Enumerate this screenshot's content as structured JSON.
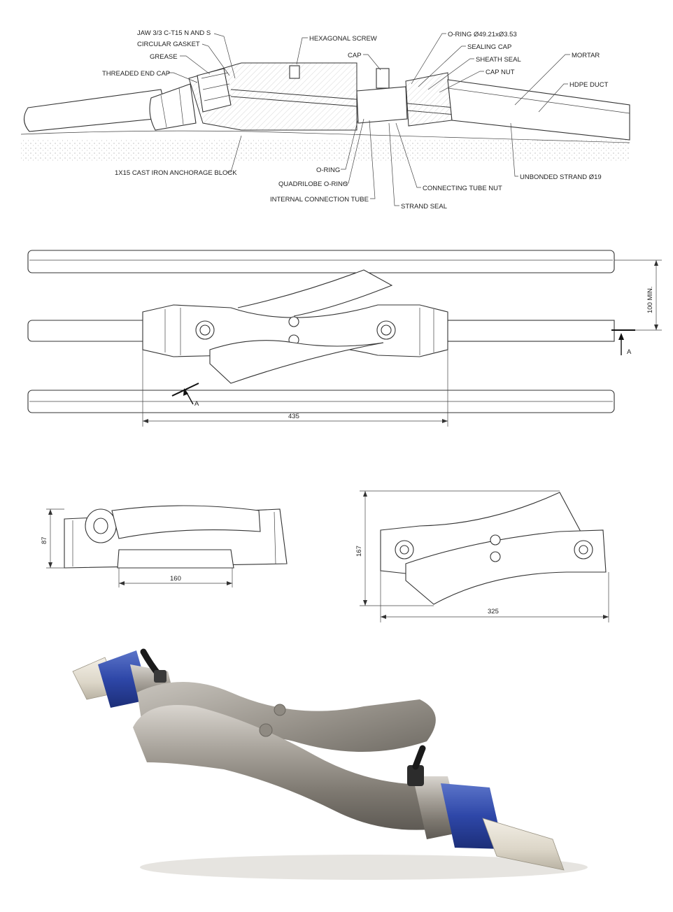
{
  "section_view": {
    "labels": {
      "jaw": "JAW 3/3 C-T15 N AND S",
      "circular_gasket": "CIRCULAR GASKET",
      "grease": "GREASE",
      "threaded_end_cap": "THREADED END CAP",
      "hexagonal_screw": "HEXAGONAL SCREW",
      "cap": "CAP",
      "o_ring_top": "O-RING  Ø49.21xØ3.53",
      "sealing_cap": "SEALING  CAP",
      "sheath_seal": "SHEATH  SEAL",
      "cap_nut": "CAP  NUT",
      "mortar": "MORTAR",
      "hdpe_duct": "HDPE DUCT",
      "anchorage_block": "1X15 CAST IRON ANCHORAGE BLOCK",
      "o_ring": "O-RING",
      "quadrilobe": "QUADRILOBE O-RING",
      "internal_tube": "INTERNAL CONNECTION TUBE",
      "strand_seal": "STRAND SEAL",
      "connecting_nut": "CONNECTING TUBE NUT",
      "unbonded_strand": "UNBONDED STRAND Ø19"
    }
  },
  "plan_view": {
    "dim_435": "435",
    "dim_100": "100 MIN.",
    "section_mark": "A"
  },
  "side_view": {
    "dim_87": "87",
    "dim_160": "160"
  },
  "top_view": {
    "dim_167": "167",
    "dim_325": "325"
  }
}
